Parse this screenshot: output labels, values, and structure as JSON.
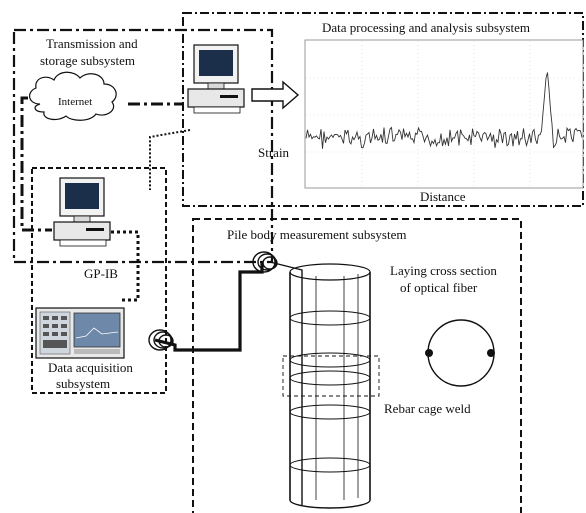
{
  "labels": {
    "transmission": [
      "Transmission and",
      "storage subsystem"
    ],
    "internet": "Internet",
    "data_processing": "Data processing and analysis subsystem",
    "strain": "Strain",
    "distance": "Distance",
    "gpib": "GP-IB",
    "data_acquisition": [
      "Data acquisition",
      "subsystem"
    ],
    "pile_body": "Pile body measurement subsystem",
    "laying_cross_section": [
      "Laying cross section",
      "of optical fiber"
    ],
    "rebar_weld": "Rebar cage weld"
  },
  "colors": {
    "line": "#111111",
    "plot_border": "#999999",
    "screen": "#1b2f4a",
    "instrument_screen": "#6d88a8",
    "computer_body": "#f2f2f2"
  },
  "icons": {
    "cloud": "cloud-icon",
    "computer": "desktop-computer-icon",
    "instrument": "measurement-instrument-icon",
    "fiber_coil": "fiber-coil-icon",
    "arrow": "hollow-arrow-right-icon"
  }
}
